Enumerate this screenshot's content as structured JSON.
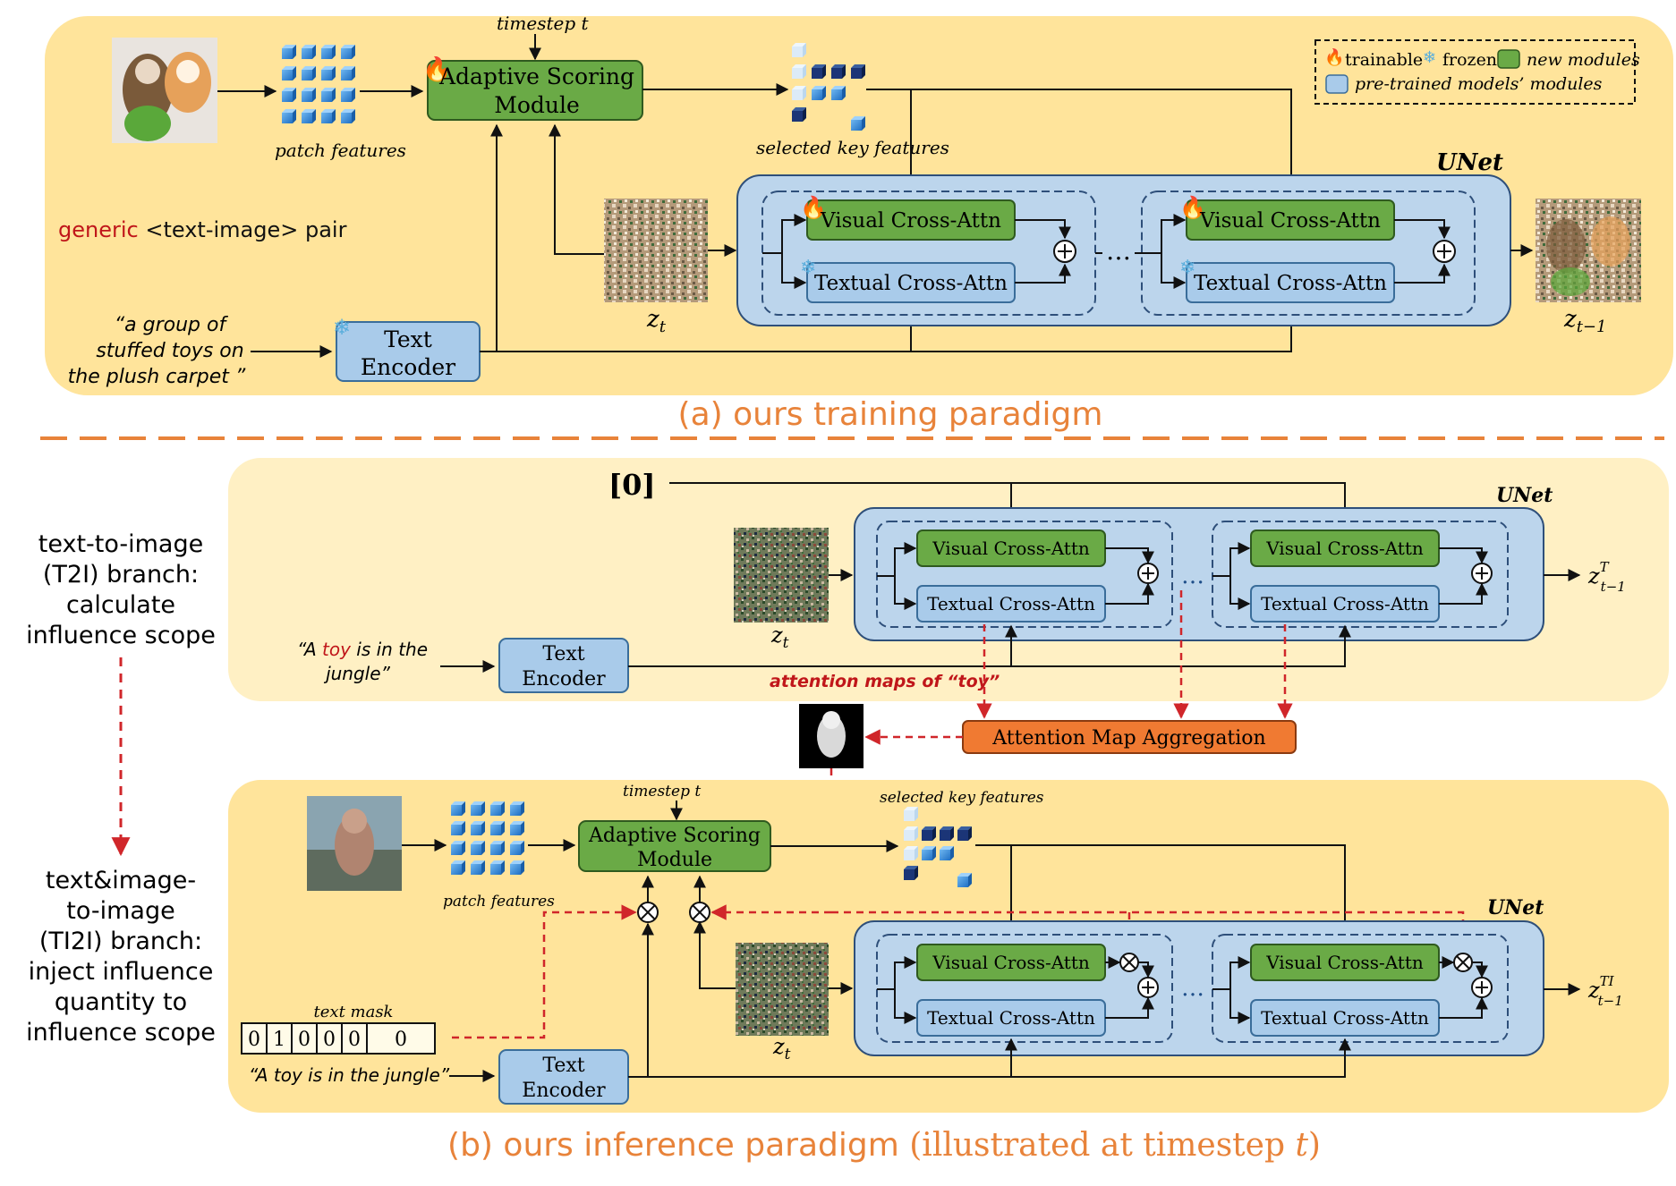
{
  "training": {
    "timestep": "timestep t",
    "asm": [
      "Adaptive Scoring",
      "Module"
    ],
    "patch_features": "patch features",
    "selected_key_features": "selected key features",
    "generic_word": "generic",
    "pair_text": " <text-image> pair",
    "prompt": [
      "“a group of",
      "stuffed toys on",
      "the plush carpet ”"
    ],
    "text_encoder": [
      "Text",
      "Encoder"
    ],
    "visual_attn": "Visual Cross-Attn",
    "textual_attn": "Textual Cross-Attn",
    "unet": "UNet",
    "zt": "z",
    "zt_sub": "t",
    "zt1": "z",
    "zt1_sub": "t−1",
    "ellipsis": "…",
    "caption": "(a) ours training paradigm"
  },
  "legend": {
    "trainable": "trainable",
    "frozen": "frozen",
    "new_modules": "new modules",
    "pretrained": "pre-trained models’ modules"
  },
  "t2i": {
    "zero": "[0]",
    "unet": "UNet",
    "visual_attn": "Visual Cross-Attn",
    "textual_attn": "Textual Cross-Attn",
    "prompt_pre": "“A ",
    "prompt_toy": "toy",
    "prompt_post": " is in the",
    "prompt_line2": "jungle”",
    "text_encoder": [
      "Text",
      "Encoder"
    ],
    "attn_maps": "attention maps of “toy”",
    "aggregation": "Attention Map Aggregation",
    "zt": "z",
    "zt_sub": "t",
    "out": "z",
    "out_sup": "T",
    "out_sub": "t−1",
    "ellipsis": "…",
    "label": [
      "text-to-image",
      "(T2I) branch:",
      "calculate",
      "influence scope"
    ]
  },
  "ti2i": {
    "timestep": "timestep t",
    "asm": [
      "Adaptive Scoring",
      "Module"
    ],
    "patch_features": "patch features",
    "selected_key_features": "selected key features",
    "unet": "UNet",
    "visual_attn": "Visual Cross-Attn",
    "textual_attn": "Textual Cross-Attn",
    "text_mask": "text mask",
    "mask_values": [
      "0",
      "1",
      "0",
      "0",
      "0",
      "0"
    ],
    "prompt": "“A toy is in the jungle”",
    "text_encoder": [
      "Text",
      "Encoder"
    ],
    "zt": "z",
    "zt_sub": "t",
    "out": "z",
    "out_sup": "TI",
    "out_sub": "t−1",
    "ellipsis": "…",
    "label": [
      "text&image-",
      "to-image",
      "(TI2I) branch:",
      "inject influence",
      "quantity to",
      "influence scope"
    ],
    "caption_main": "(b) ours inference paradigm",
    "caption_paren": " (illustrated at timestep ",
    "caption_t": "t",
    "caption_end": ")"
  },
  "colors": {
    "panel_a": "#ffe49b",
    "panel_b": "#fff0c4",
    "panel_c": "#ffe49b",
    "green": "#6aaa46",
    "blue": "#a9cbea",
    "unet_bg": "#bcd5ec",
    "orange": "#f07a32",
    "caption": "#e8833a",
    "dash_red": "#d0262a"
  }
}
